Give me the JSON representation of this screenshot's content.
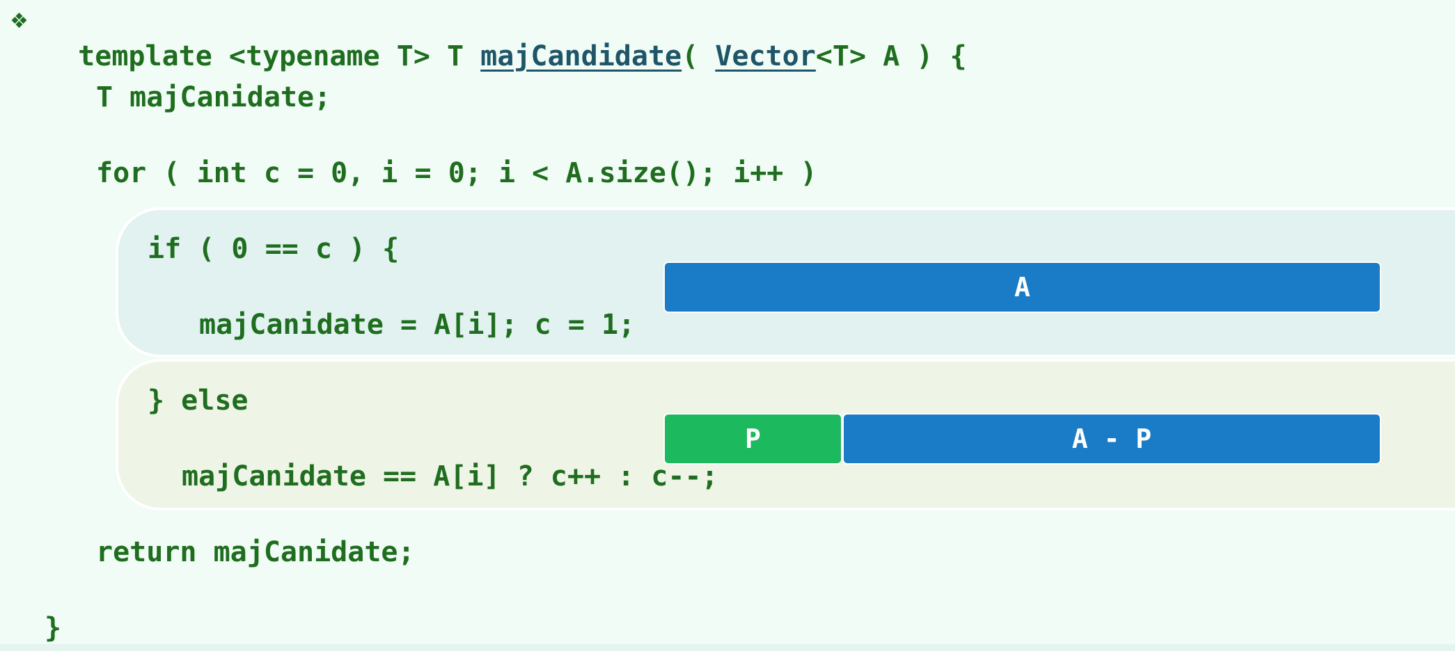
{
  "slide": {
    "bullet_icon": "four-diamond-bullet-icon",
    "bullet_glyph": "❖"
  },
  "code": {
    "line1": {
      "prefix": "template <typename T> T ",
      "func_name": "majCandidate",
      "paren_open": "( ",
      "type_name": "Vector",
      "suffix": "<T> A ) {"
    },
    "line2": "T majCanidate;",
    "line3": "for ( int c = 0, i = 0; i < A.size(); i++ )",
    "line4": "if ( 0 == c ) {",
    "line5": "majCanidate = A[i]; c = 1;",
    "line6": "} else",
    "line7": "majCanidate == A[i] ? c++ : c--;",
    "line8": "return majCanidate;",
    "line9": "}"
  },
  "bars": {
    "a_label": "A",
    "p_label": "P",
    "a_minus_p_label": "A - P"
  },
  "colors": {
    "background": "#f0fcf5",
    "code_text": "#1f6d1f",
    "link_text": "#1f5568",
    "if_panel": "#e1f2f1",
    "else_panel": "#eef4e6",
    "bar_blue": "#1a7cc6",
    "bar_green": "#1cb95e"
  }
}
